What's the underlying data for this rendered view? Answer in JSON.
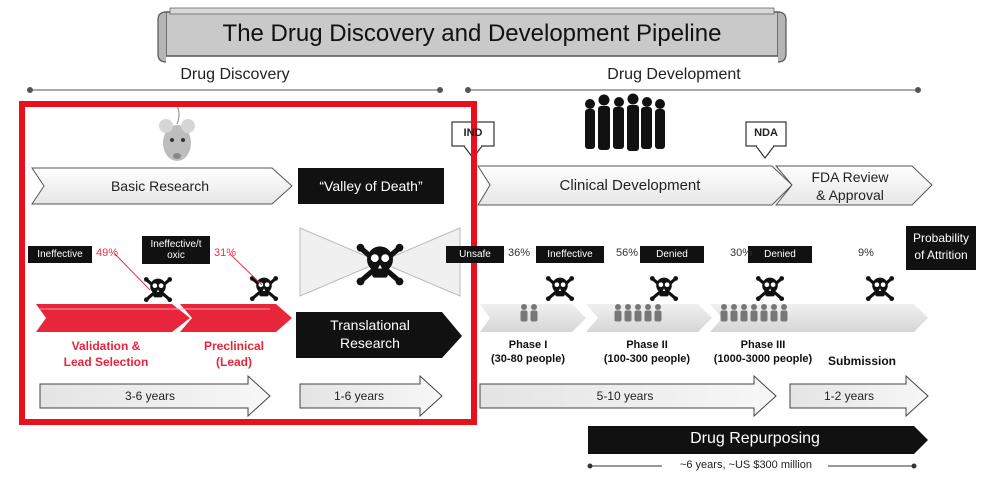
{
  "title": "The Drug Discovery and Development Pipeline",
  "sections": {
    "discovery": "Drug Discovery",
    "development": "Drug Development"
  },
  "markers": {
    "ind": "IND",
    "nda": "NDA"
  },
  "stages": {
    "basic_research": "Basic Research",
    "valley_of_death": "“Valley of Death”",
    "clinical_development": "Clinical Development",
    "fda_review_line1": "FDA Review",
    "fda_review_line2": "& Approval"
  },
  "attrition": {
    "probability_line1": "Probability",
    "probability_line2": "of Attrition",
    "tags": {
      "ineffective": "Ineffective",
      "ineffective_toxic_line1": "Ineffective/t",
      "ineffective_toxic_line2": "oxic",
      "unsafe": "Unsafe",
      "ineffective_2": "Ineffective",
      "denied_1": "Denied",
      "denied_2": "Denied"
    },
    "percentages": {
      "validation": "49%",
      "preclinical": "31%",
      "phase1": "36%",
      "phase2": "56%",
      "phase3": "30%",
      "submission": "9%"
    }
  },
  "phases": {
    "validation_line1": "Validation &",
    "validation_line2": "Lead Selection",
    "preclinical_line1": "Preclinical",
    "preclinical_line2": "(Lead)",
    "translational_line1": "Translational",
    "translational_line2": "Research",
    "phase1_line1": "Phase I",
    "phase1_line2": "(30-80 people)",
    "phase2_line1": "Phase II",
    "phase2_line2": "(100-300 people)",
    "phase3_line1": "Phase III",
    "phase3_line2": "(1000-3000 people)",
    "submission": "Submission"
  },
  "durations": {
    "discovery": "3-6 years",
    "translational": "1-6 years",
    "clinical": "5-10 years",
    "fda": "1-2 years"
  },
  "repurposing": {
    "label": "Drug Repurposing",
    "note": "~6 years, ~US $300 million"
  },
  "colors": {
    "highlight_border": "#e8101a",
    "red_arrow": "#e8253a",
    "dark": "#111111",
    "banner_fill": "#c9c9c9",
    "light_arrow": "#f4f4f4"
  }
}
